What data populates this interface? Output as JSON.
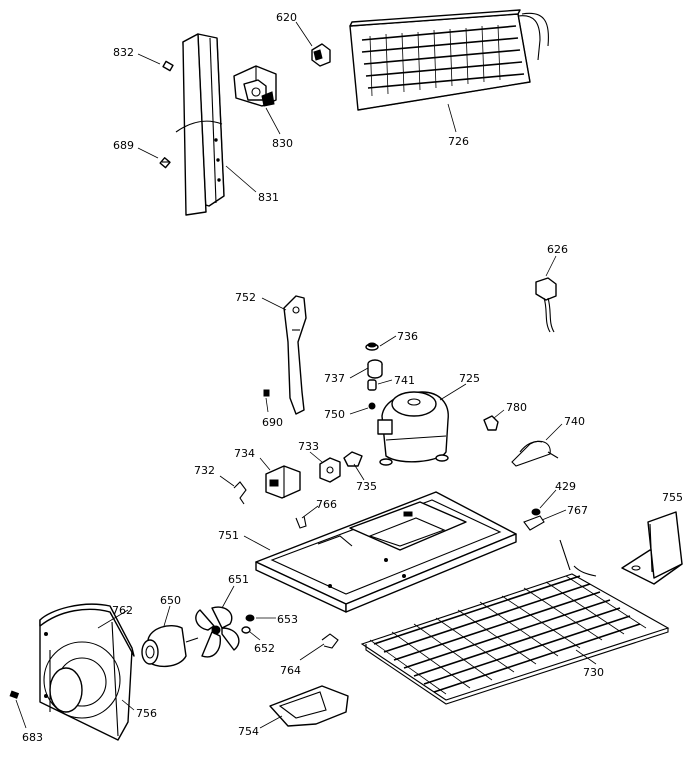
{
  "labels": {
    "l832": "832",
    "l620": "620",
    "l689": "689",
    "l830": "830",
    "l831": "831",
    "l726": "726",
    "l626": "626",
    "l752": "752",
    "l736": "736",
    "l737": "737",
    "l741": "741",
    "l725": "725",
    "l690": "690",
    "l750": "750",
    "l780": "780",
    "l740": "740",
    "l734": "734",
    "l733": "733",
    "l732": "732",
    "l735": "735",
    "l766": "766",
    "l429": "429",
    "l755": "755",
    "l767": "767",
    "l751": "751",
    "l651": "651",
    "l650": "650",
    "l762": "762",
    "l653": "653",
    "l652": "652",
    "l764": "764",
    "l730": "730",
    "l756": "756",
    "l754": "754",
    "l683": "683"
  }
}
